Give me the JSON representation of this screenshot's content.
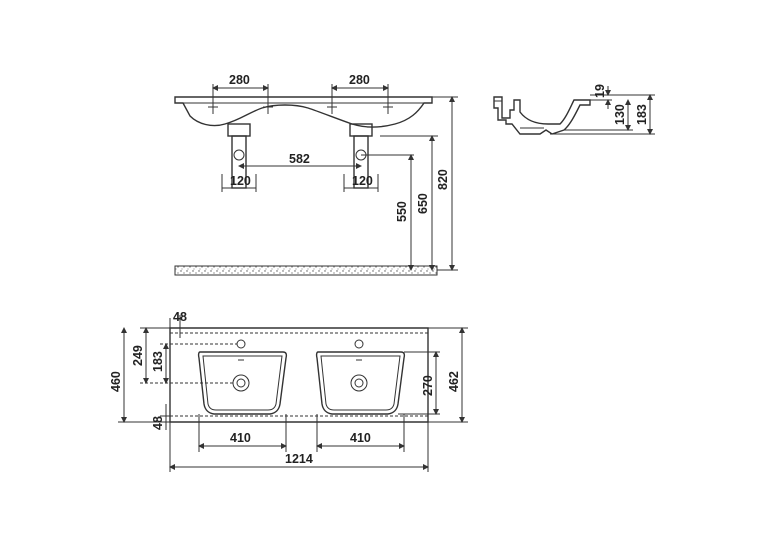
{
  "front_view": {
    "dim_faucet_left": "280",
    "dim_faucet_right": "280",
    "dim_drain_spacing": "582",
    "dim_drain_left": "120",
    "dim_drain_right": "120",
    "dim_height_550": "550",
    "dim_height_650": "650",
    "dim_height_820": "820"
  },
  "side_view": {
    "dim_19": "19",
    "dim_130": "130",
    "dim_183": "183"
  },
  "top_view": {
    "dim_48_top": "48",
    "dim_249": "249",
    "dim_183": "183",
    "dim_460": "460",
    "dim_48_bottom": "48",
    "dim_270": "270",
    "dim_462": "462",
    "dim_bowl_left": "410",
    "dim_bowl_right": "410",
    "dim_total_width": "1214"
  },
  "colors": {
    "line": "#333333",
    "text": "#222222",
    "floor_speckle": "#555555"
  }
}
